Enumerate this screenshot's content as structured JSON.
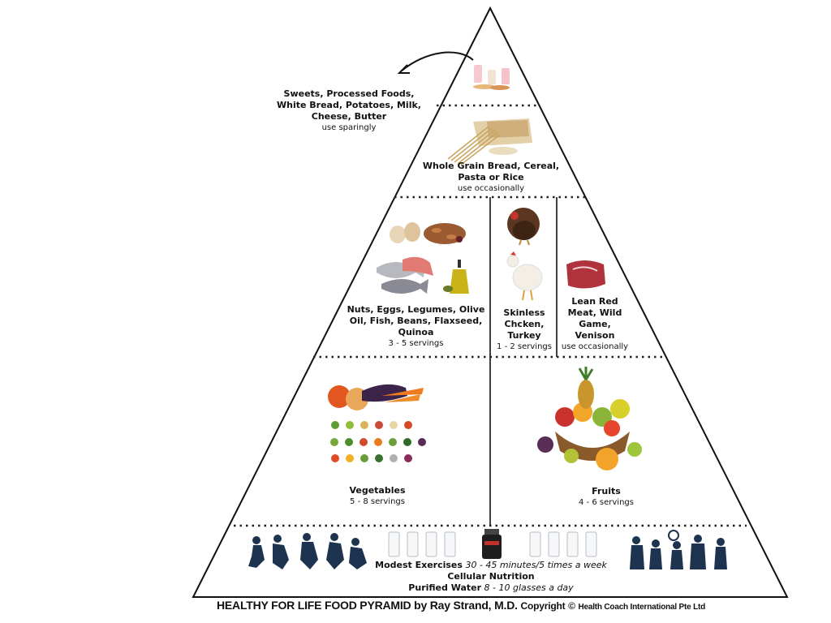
{
  "tiers": {
    "sweets": {
      "title": "Sweets, Processed Foods, White Bread, Potatoes, Milk, Cheese, Butter",
      "note": "use sparingly"
    },
    "grains": {
      "title": "Whole Grain Bread, Cereal, Pasta or Rice",
      "note": "use occasionally"
    },
    "protein": {
      "title": "Nuts, Eggs, Legumes, Olive Oil, Fish, Beans, Flaxseed, Quinoa",
      "note": "3 - 5 servings"
    },
    "poultry": {
      "title": "Skinless Chcken, Turkey",
      "note": "1 - 2 servings"
    },
    "meat": {
      "title": "Lean Red Meat, Wild Game, Venison",
      "note": "use occasionally"
    },
    "vegetables": {
      "title": "Vegetables",
      "note": "5 - 8 servings"
    },
    "fruits": {
      "title": "Fruits",
      "note": "4 - 6 servings"
    },
    "base": {
      "exercise_label": "Modest Exercises",
      "exercise_detail": "30 - 45 minutes/5 times a week",
      "nutrition_label": "Cellular Nutrition",
      "water_label": "Purified Water",
      "water_detail": "8 - 10 glasses a day"
    }
  },
  "footer": {
    "title": "HEALTHY FOR LIFE FOOD PYRAMID by Ray Strand, M.D.",
    "copyright_word": "Copyright",
    "copyright_symbol": "©",
    "company": "Health Coach International Pte Ltd"
  },
  "colors": {
    "outline": "#111111",
    "silhouette": "#1d3350"
  }
}
